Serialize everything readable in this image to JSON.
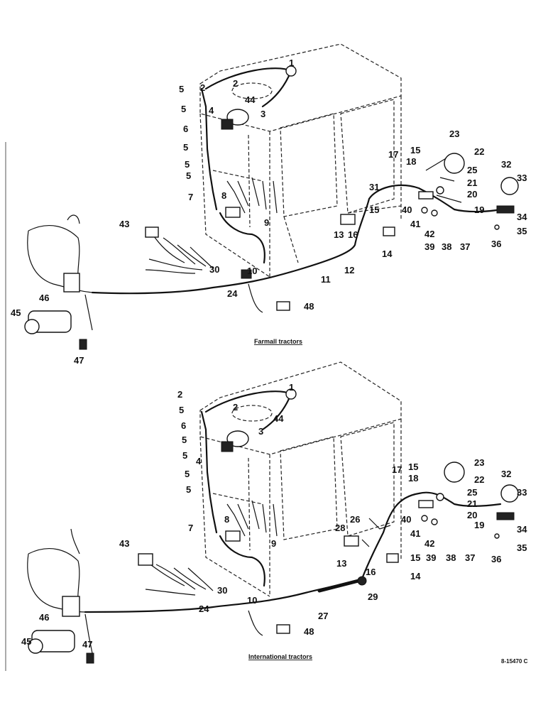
{
  "captions": {
    "top": "Farmall tractors",
    "bottom": "International tractors",
    "ref": "8-15470 C"
  },
  "top_callouts": [
    "1",
    "2",
    "2",
    "44",
    "3",
    "4",
    "5",
    "5",
    "6",
    "5",
    "5",
    "5",
    "7",
    "8",
    "9",
    "43",
    "30",
    "10",
    "24",
    "11",
    "12",
    "13",
    "16",
    "15",
    "14",
    "31",
    "17",
    "15",
    "18",
    "23",
    "22",
    "25",
    "21",
    "20",
    "19",
    "40",
    "41",
    "42",
    "39",
    "38",
    "37",
    "32",
    "33",
    "34",
    "35",
    "36",
    "46",
    "45",
    "47",
    "48"
  ],
  "bottom_callouts": [
    "2",
    "1",
    "5",
    "2",
    "44",
    "6",
    "3",
    "5",
    "4",
    "5",
    "5",
    "5",
    "7",
    "8",
    "9",
    "43",
    "30",
    "10",
    "24",
    "27",
    "29",
    "28",
    "26",
    "13",
    "16",
    "15",
    "14",
    "41",
    "42",
    "40",
    "39",
    "38",
    "37",
    "17",
    "15",
    "18",
    "23",
    "22",
    "25",
    "21",
    "20",
    "19",
    "32",
    "33",
    "34",
    "35",
    "36",
    "46",
    "45",
    "47",
    "48"
  ]
}
